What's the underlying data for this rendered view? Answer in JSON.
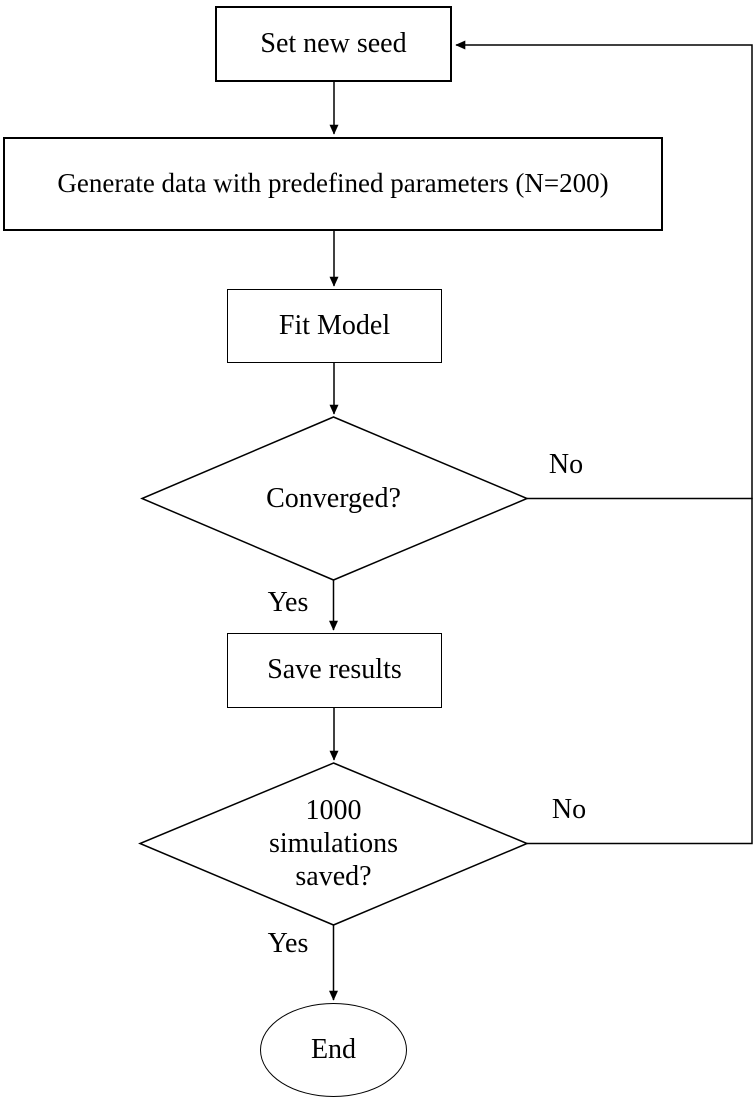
{
  "flowchart": {
    "background_color": "#ffffff",
    "line_color": "#000000",
    "text_color": "#000000",
    "nodes": {
      "set_seed": {
        "shape": "process",
        "label": "Set new seed"
      },
      "generate_data": {
        "shape": "process",
        "label": "Generate data with predefined parameters (N=200)"
      },
      "fit_model": {
        "shape": "process",
        "label": "Fit Model"
      },
      "converged": {
        "shape": "decision",
        "label": "Converged?"
      },
      "save_results": {
        "shape": "process",
        "label": "Save results"
      },
      "sims_saved": {
        "shape": "decision",
        "lines": [
          "1000",
          "simulations",
          "saved?"
        ]
      },
      "end": {
        "shape": "terminator",
        "label": "End"
      }
    },
    "edge_labels": {
      "converged_no": "No",
      "converged_yes": "Yes",
      "sims_saved_no": "No",
      "sims_saved_yes": "Yes"
    }
  }
}
